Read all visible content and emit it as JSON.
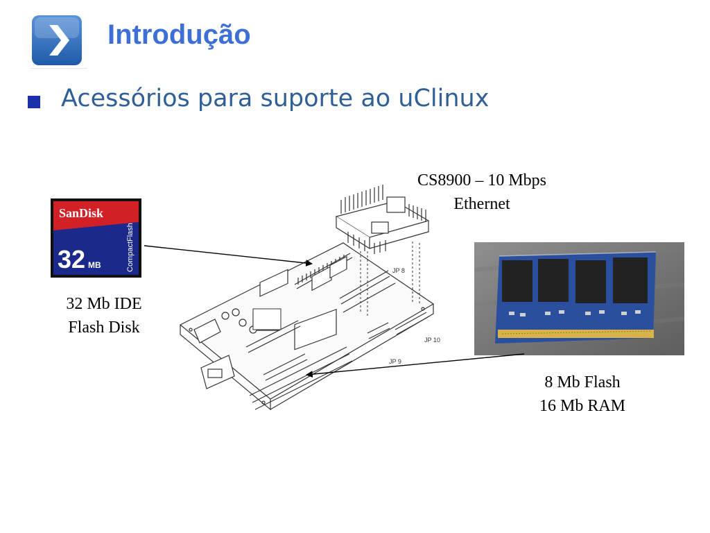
{
  "slide": {
    "title": "Introdução",
    "subtitle": "Acessórios para suporte ao uClinux"
  },
  "components": {
    "compact_flash": {
      "brand": "SanDisk",
      "capacity": "32",
      "unit": "MB",
      "type_label": "CompactFlash",
      "caption_line1": "32 Mb IDE",
      "caption_line2": "Flash Disk"
    },
    "ethernet": {
      "caption_line1": "CS8900 – 10 Mbps",
      "caption_line2": "Ethernet"
    },
    "memory": {
      "caption_line1": "8 Mb Flash",
      "caption_line2": "16 Mb RAM"
    },
    "board_labels": {
      "jp8": "JP 8",
      "jp9": "JP 9",
      "jp10": "JP 10"
    }
  },
  "colors": {
    "title": "#3d6fd7",
    "subtitle": "#2f5f96",
    "bullet": "#1b2fa8",
    "logo": "#2f6fbf",
    "sandisk_red": "#d22027",
    "sandisk_blue": "#1b2a8a",
    "pcb_blue": "#2a4f9e"
  },
  "icons": {
    "logo": "chevron-right-icon",
    "bullet": "square-bullet-icon"
  }
}
